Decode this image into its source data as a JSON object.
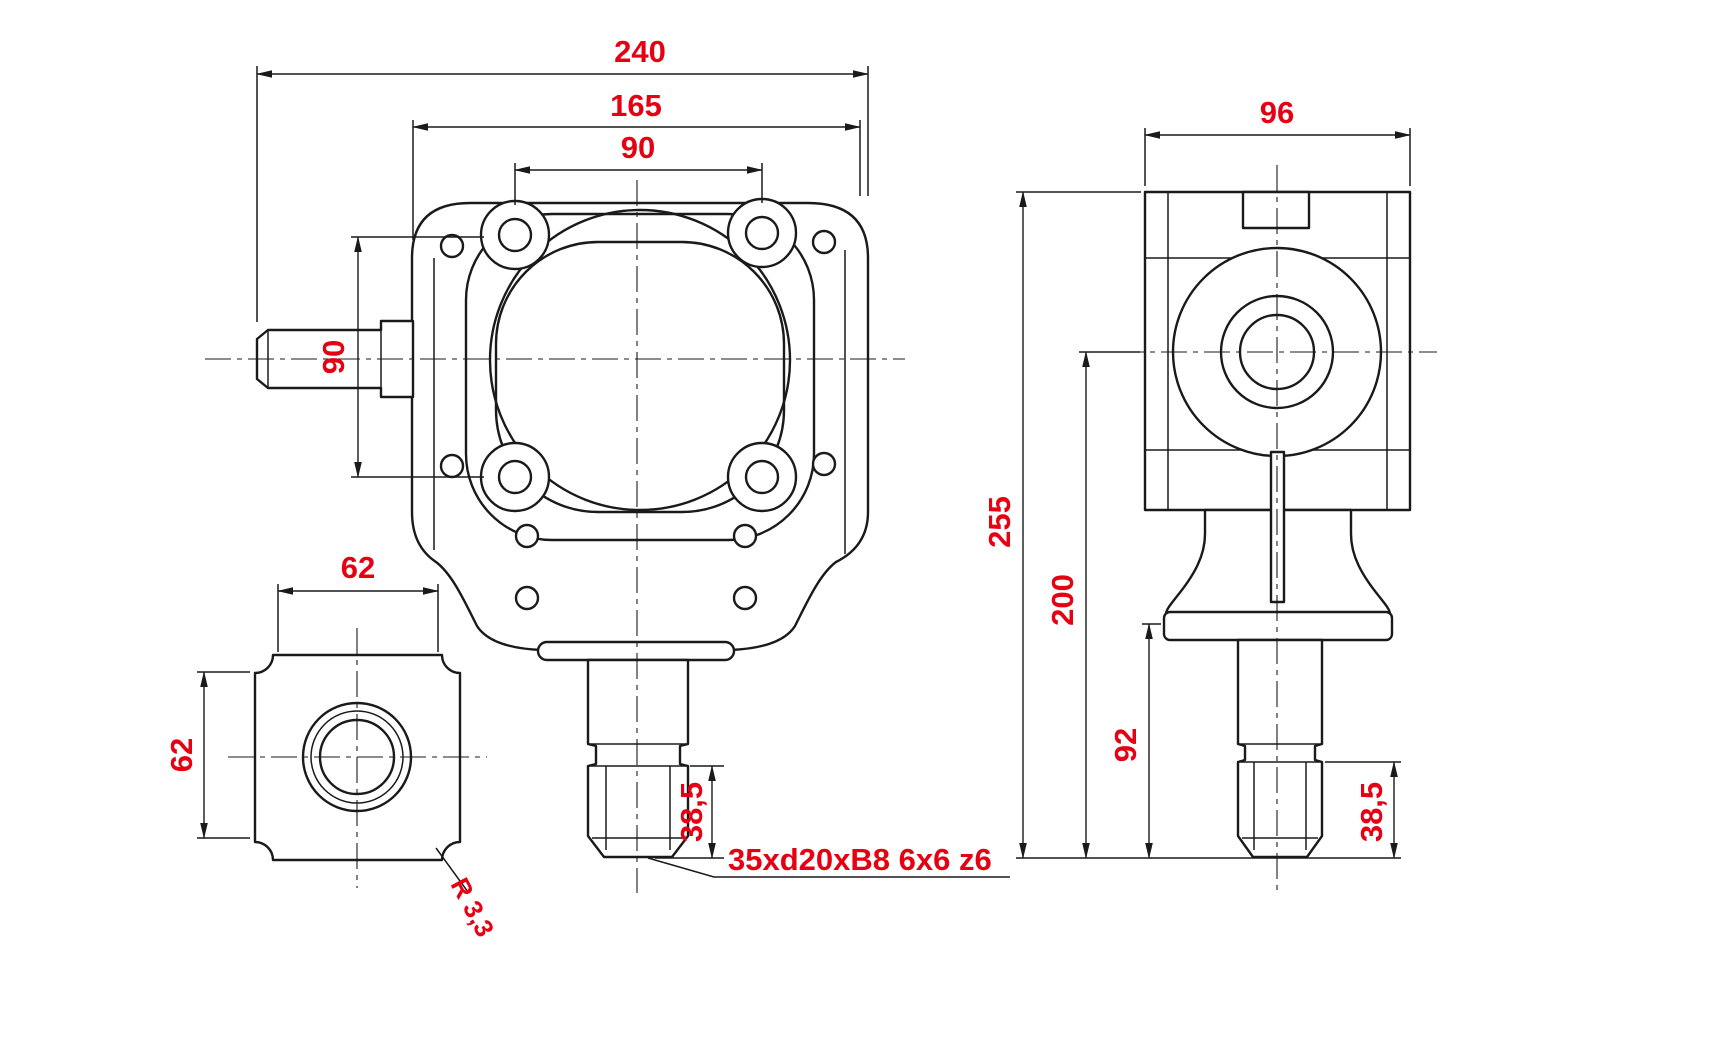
{
  "colors": {
    "dimension_text": "#e60012",
    "line": "#1a1a1a",
    "background": "#ffffff"
  },
  "front_view": {
    "dim_overall_width": "240",
    "dim_flange_width": "165",
    "dim_bolt_spacing_horizontal": "90",
    "dim_bolt_spacing_vertical": "90",
    "dim_spline_length": "38,5",
    "spline_spec": "35xd20xB8 6x6 z6"
  },
  "flange_view": {
    "dim_width": "62",
    "dim_height": "62",
    "corner_radius": "R 3,3"
  },
  "side_view": {
    "dim_width": "96",
    "dim_overall_height": "255",
    "dim_axis_height": "200",
    "dim_shaft_section_height": "92",
    "dim_spline_length": "38,5"
  }
}
